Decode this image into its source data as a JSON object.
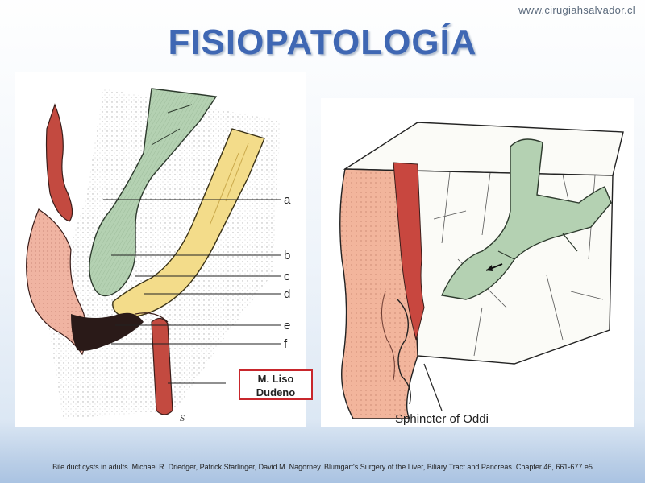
{
  "header": {
    "site_url": "www.cirugiahsalvador.cl"
  },
  "slide": {
    "title": "FISIOPATOLOGÍA"
  },
  "left_figure": {
    "labels": [
      "a",
      "b",
      "c",
      "d",
      "e",
      "f"
    ],
    "callout_box": {
      "line1": "M. Liso",
      "line2": "Dudeno",
      "border_color": "#c8262c"
    },
    "signature": "S"
  },
  "right_figure": {
    "label": "Sphincter of Oddi"
  },
  "footer": {
    "citation": "Bile duct cysts in adults. Michael R. Driedger, Patrick Starlinger, David M. Nagorney. Blumgart's Surgery of the Liver, Biliary Tract and Pancreas. Chapter 46, 661-677.e5"
  },
  "colors": {
    "title": "#3f67b3",
    "bile_duct": "#a9c9a8",
    "pancreatic_duct": "#f3dc8a",
    "muscle": "#c0443c",
    "mucosa": "#eba38a"
  }
}
